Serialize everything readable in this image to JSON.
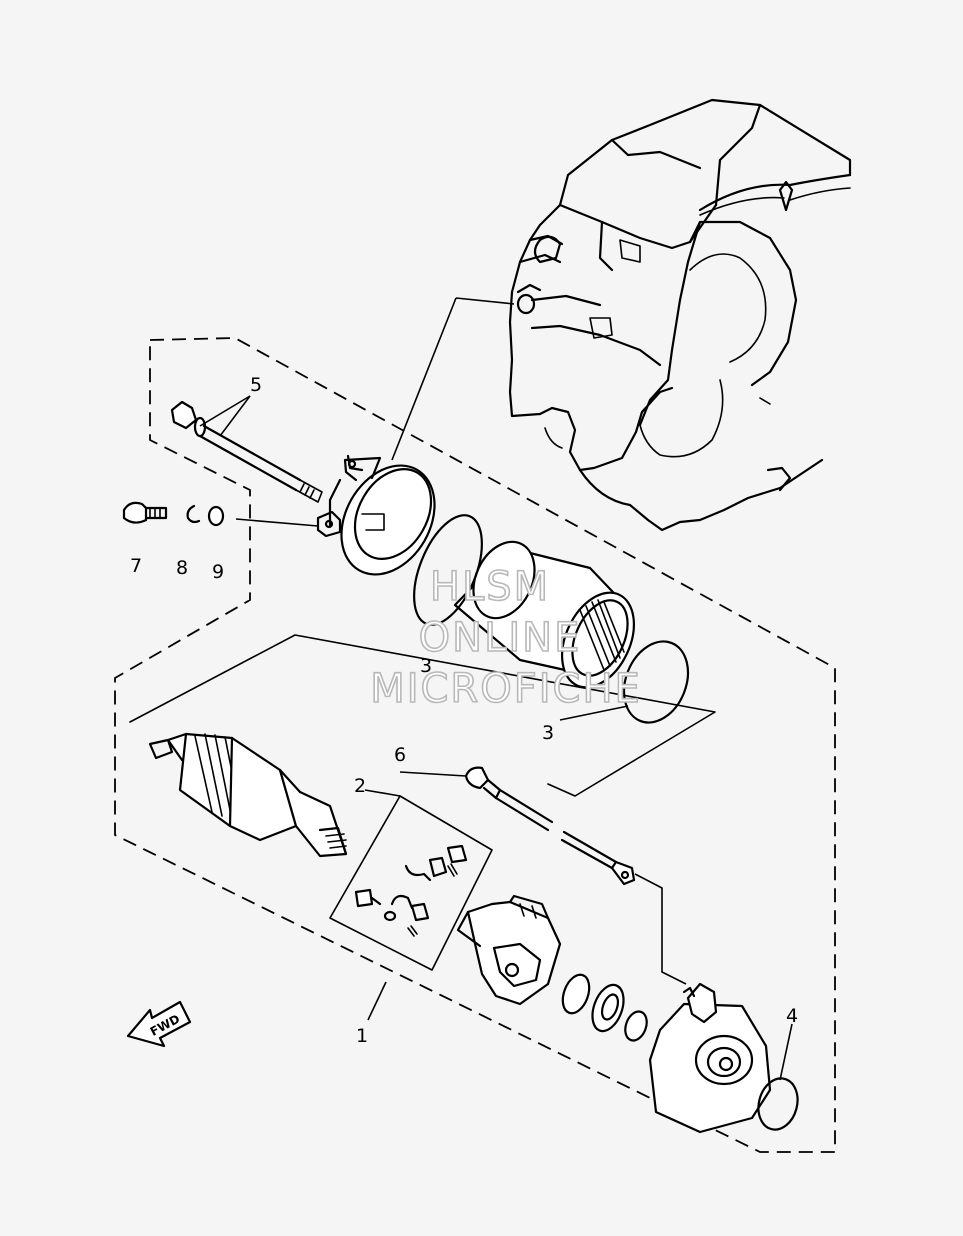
{
  "watermark": {
    "line1": "HLSM",
    "line2": "ONLINE",
    "line3": "MICROFICHE"
  },
  "direction_arrow": {
    "label": "FWD"
  },
  "callouts": [
    {
      "id": "5",
      "label": "5",
      "part": "bolt-and-washer"
    },
    {
      "id": "7",
      "label": "7",
      "part": "bolt"
    },
    {
      "id": "8",
      "label": "8",
      "part": "spring-washer"
    },
    {
      "id": "9",
      "label": "9",
      "part": "washer"
    },
    {
      "id": "3a",
      "label": "3",
      "part": "o-ring"
    },
    {
      "id": "3b",
      "label": "3",
      "part": "o-ring"
    },
    {
      "id": "6",
      "label": "6",
      "part": "lead-wire"
    },
    {
      "id": "2",
      "label": "2",
      "part": "brush-set"
    },
    {
      "id": "1",
      "label": "1",
      "part": "starting-motor-assembly"
    },
    {
      "id": "4",
      "label": "4",
      "part": "o-ring"
    }
  ]
}
